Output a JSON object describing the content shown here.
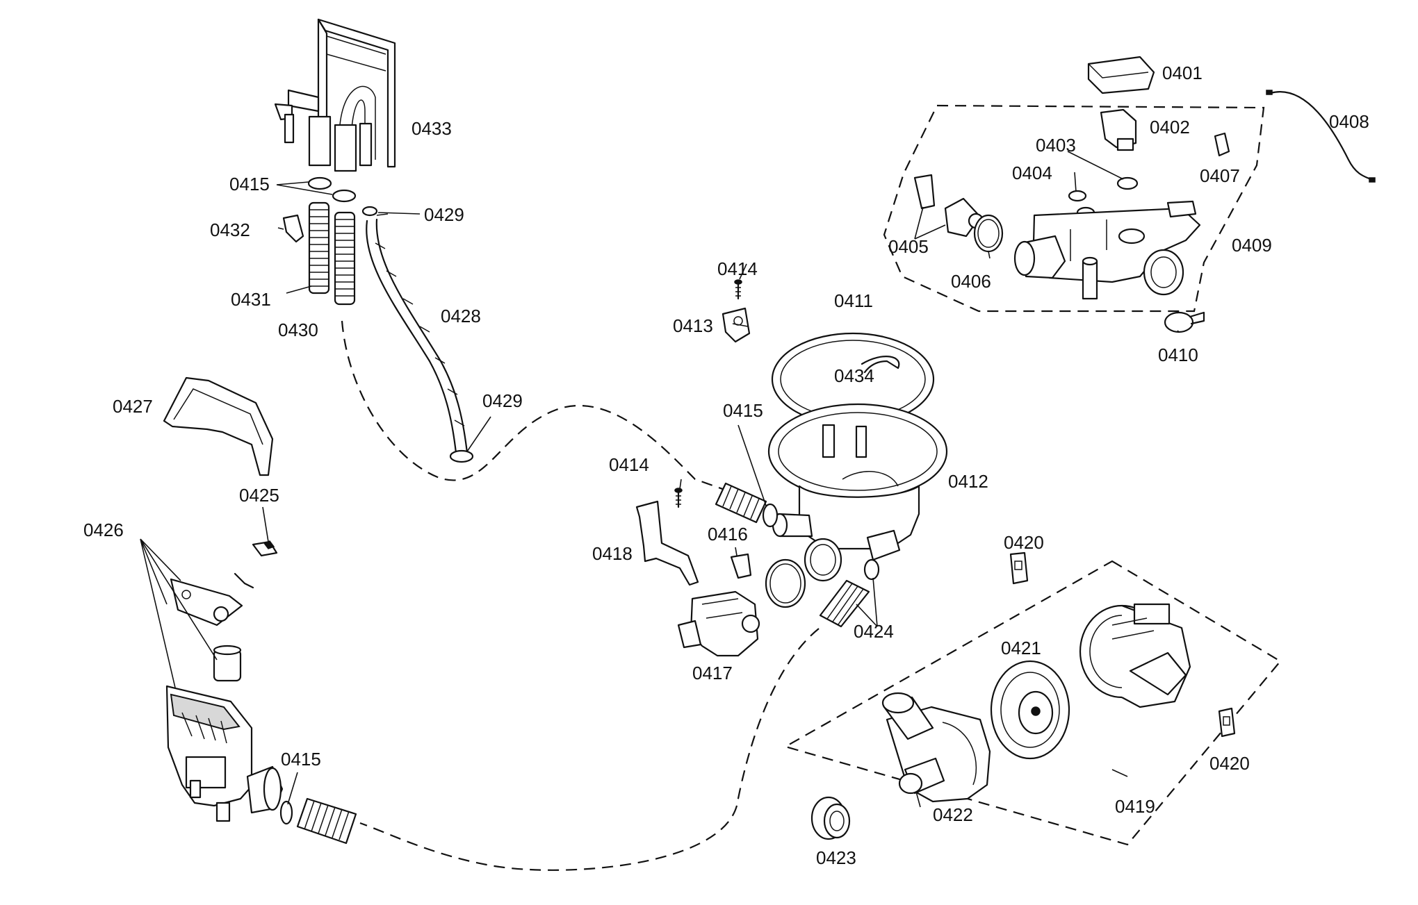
{
  "diagram": {
    "labels": {
      "p0401": "0401",
      "p0402": "0402",
      "p0403": "0403",
      "p0404": "0404",
      "p0405": "0405",
      "p0406": "0406",
      "p0407": "0407",
      "p0408": "0408",
      "p0409": "0409",
      "p0410": "0410",
      "p0411": "0411",
      "p0412": "0412",
      "p0413": "0413",
      "p0414_a": "0414",
      "p0414_b": "0414",
      "p0415_a": "0415",
      "p0415_b": "0415",
      "p0415_c": "0415",
      "p0416": "0416",
      "p0417": "0417",
      "p0418": "0418",
      "p0419": "0419",
      "p0420_a": "0420",
      "p0420_b": "0420",
      "p0421": "0421",
      "p0422": "0422",
      "p0423": "0423",
      "p0424": "0424",
      "p0425": "0425",
      "p0426": "0426",
      "p0427": "0427",
      "p0428": "0428",
      "p0429_a": "0429",
      "p0429_b": "0429",
      "p0430": "0430",
      "p0431": "0431",
      "p0432": "0432",
      "p0433": "0433",
      "p0434": "0434"
    }
  }
}
